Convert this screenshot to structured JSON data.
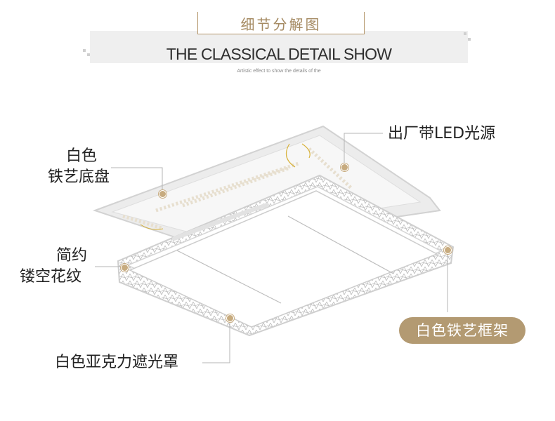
{
  "header": {
    "title_cn": "细节分解图",
    "title_en": "THE CLASSICAL DETAIL SHOW",
    "tagline": "Artistic effect to show the details of the"
  },
  "labels": {
    "chassis_line1": "白色",
    "chassis_line2": "铁艺底盘",
    "led_source": "出厂带LED光源",
    "hollow_line1": "简约",
    "hollow_line2": "镂空花纹",
    "acrylic_cover": "白色亚克力遮光罩",
    "frame_badge": "白色铁艺框架"
  },
  "colors": {
    "accent_gold": "#b39a72",
    "marker_gold": "#c7ab7f",
    "header_band": "#efefef"
  }
}
